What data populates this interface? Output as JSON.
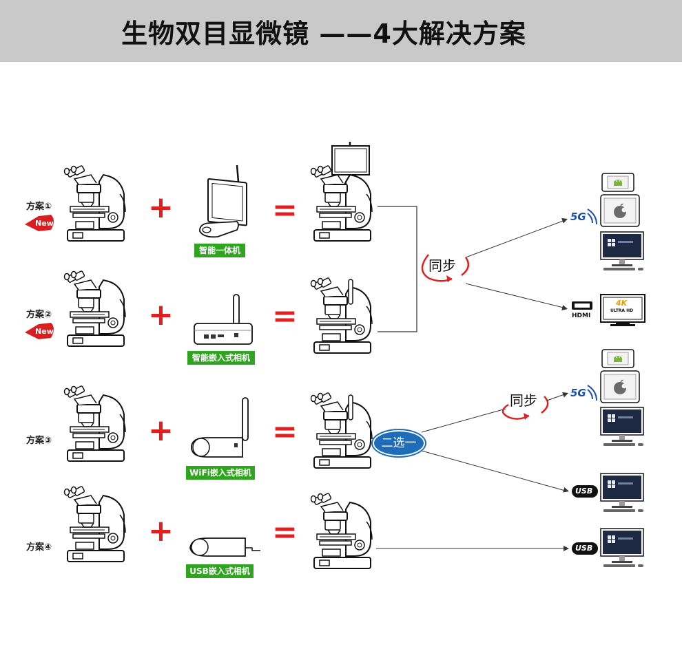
{
  "title": "生物双目显微镜 ——4大解决方案",
  "schemes": [
    {
      "label": "方案①",
      "device": "智能一体机",
      "badge": "New"
    },
    {
      "label": "方案②",
      "device": "智能嵌入式相机",
      "badge": "New"
    },
    {
      "label": "方案③",
      "device": "WiFi嵌入式相机",
      "badge": ""
    },
    {
      "label": "方案④",
      "device": "USB嵌入式相机",
      "badge": ""
    }
  ],
  "plus": "+",
  "equals": "=",
  "sync_label": "同步",
  "choose_label": "二选一",
  "outputs": {
    "five_g": "5G",
    "hdmi": "HDMI",
    "four_k": "4K",
    "ultra_hd": "ULTRA HD",
    "usb": "USB"
  },
  "colors": {
    "accent_red": "#e02020",
    "label_green": "#2fa51f",
    "choose_blue": "#1f6db8",
    "five_g_blue": "#1a4fb0"
  }
}
